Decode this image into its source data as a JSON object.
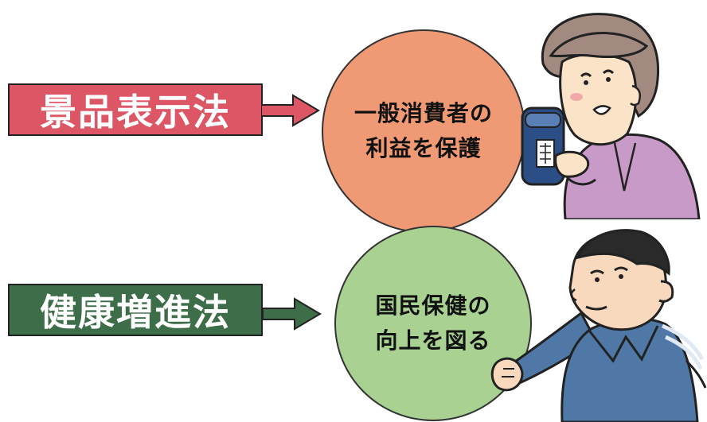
{
  "rows": [
    {
      "law_label": "景品表示法",
      "purpose_line1": "一般消費者の",
      "purpose_line2": "利益を保護",
      "box_color": "#dc5665",
      "arrow_color": "#dc5665",
      "circle_color": "#ef9a75"
    },
    {
      "law_label": "健康増進法",
      "purpose_line1": "国民保健の",
      "purpose_line2": "向上を図る",
      "box_color": "#3e6e49",
      "arrow_color": "#3e6e49",
      "circle_color": "#a8d192"
    }
  ],
  "illustrations": {
    "woman": "woman-holding-supplement-bottle",
    "man": "man-in-blue-polo-shirt"
  }
}
